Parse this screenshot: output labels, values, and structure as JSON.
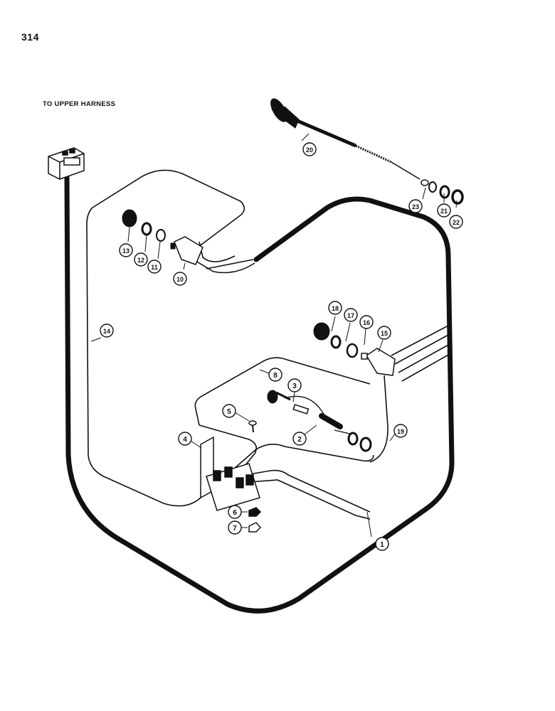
{
  "page": {
    "number": "314"
  },
  "labels": {
    "upper_harness": "TO UPPER HARNESS"
  },
  "callouts": [
    "1",
    "2",
    "3",
    "4",
    "5",
    "6",
    "7",
    "8",
    "10",
    "11",
    "12",
    "13",
    "14",
    "15",
    "16",
    "17",
    "18",
    "19",
    "20",
    "21",
    "22",
    "23"
  ]
}
